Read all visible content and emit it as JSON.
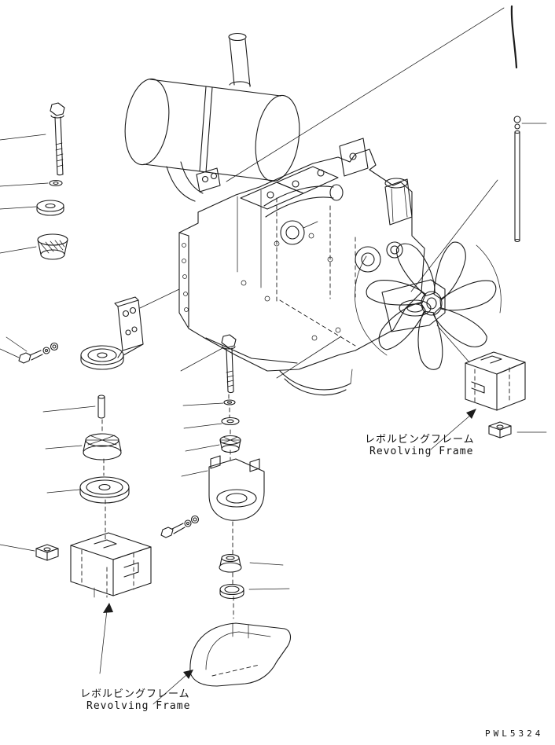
{
  "page": {
    "background": "#ffffff",
    "line_color": "#1c1c1c"
  },
  "labels": {
    "revolving_frame_right": {
      "jp": "レボルビングフレーム",
      "en": "Revolving Frame"
    },
    "revolving_frame_bottom": {
      "jp": "レボルビングフレーム",
      "en": "Revolving Frame"
    },
    "drawing_code": "PWL5324"
  }
}
